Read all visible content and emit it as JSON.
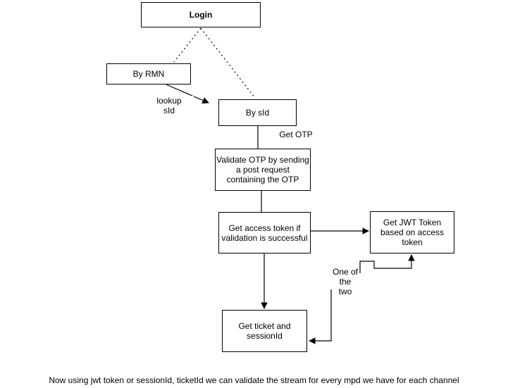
{
  "diagram": {
    "colors": {
      "background": "#ffffff",
      "stroke": "#000000",
      "text": "#000000"
    },
    "nodes": {
      "login": {
        "label": "Login"
      },
      "by_rmn": {
        "label": "By RMN"
      },
      "by_sid": {
        "label": "By sId"
      },
      "validate_otp": {
        "label": "Validate OTP by sending\na post request\ncontaining the OTP"
      },
      "access_token": {
        "label": "Get access token if\nvalidation is successful"
      },
      "jwt_token": {
        "label": "Get JWT Token\nbased on access\ntoken"
      },
      "ticket_session": {
        "label": "Get ticket and\nsessionId"
      }
    },
    "edge_labels": {
      "lookup_sid": "lookup\nsId",
      "get_otp": "Get OTP",
      "one_of_the_two": "One of\nthe\ntwo"
    },
    "footer": "Now using jwt token or sessionId, ticketId we can validate the stream for every mpd we have for each channel"
  }
}
